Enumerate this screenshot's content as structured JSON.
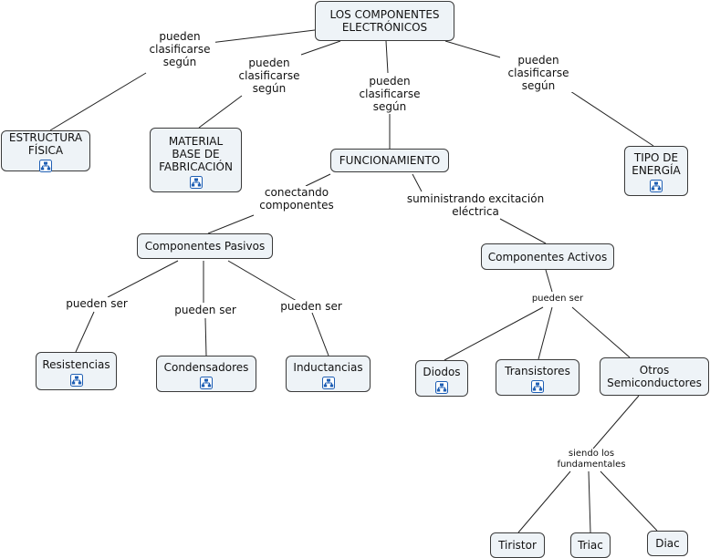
{
  "nodes": {
    "root": "LOS COMPONENTES\nELECTRÓNICOS",
    "estructura": "ESTRUCTURA\nFÍSICA",
    "material": "MATERIAL\nBASE DE\nFABRICACIÓN",
    "funcionamiento": "FUNCIONAMIENTO",
    "energia": "TIPO DE\nENERGÍA",
    "pasivos": "Componentes Pasivos",
    "activos": "Componentes Activos",
    "resistencias": "Resistencias",
    "condensadores": "Condensadores",
    "inductancias": "Inductancias",
    "diodos": "Diodos",
    "transistores": "Transistores",
    "otros": "Otros\nSemiconductores",
    "tiristor": "Tiristor",
    "triac": "Triac",
    "diac": "Diac"
  },
  "links": {
    "clasif_1": "pueden\nclasificarse\nsegún",
    "clasif_2": "pueden\nclasificarse\nsegún",
    "clasif_3": "pueden\nclasificarse\nsegún",
    "clasif_4": "pueden\nclasificarse\nsegún",
    "conectando": "conectando\ncomponentes",
    "suministrando": "suministrando excitación\neléctrica",
    "pueden_ser_1": "pueden ser",
    "pueden_ser_2": "pueden ser",
    "pueden_ser_3": "pueden ser",
    "pueden_ser_4": "pueden ser",
    "siendo": "siendo los\nfundamentales"
  },
  "icons": {
    "submap": "submap-icon"
  },
  "colors": {
    "node_fill": "#eef3f7",
    "icon_blue": "#1f5fb4"
  }
}
